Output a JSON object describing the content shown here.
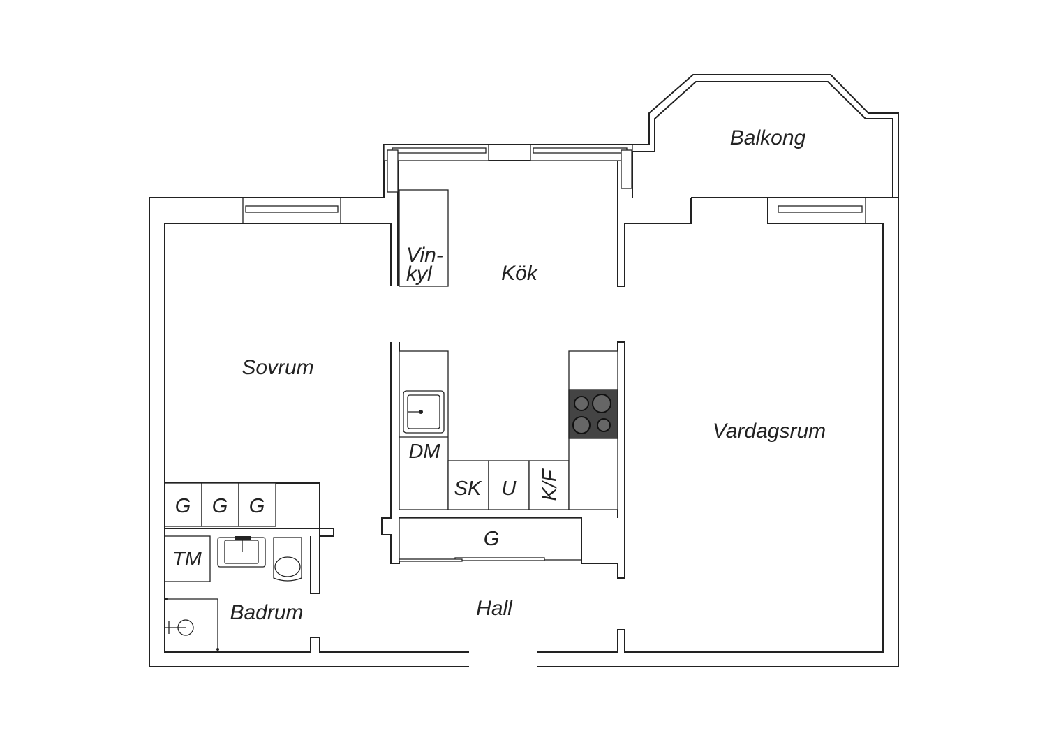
{
  "rooms": {
    "balcony": "Balkong",
    "kitchen": "Kök",
    "bedroom": "Sovrum",
    "living_room": "Vardagsrum",
    "bathroom": "Badrum",
    "hall": "Hall"
  },
  "fixtures": {
    "wine_cooler_line1": "Vin-",
    "wine_cooler_line2": "kyl",
    "dishwasher": "DM",
    "freezer_cabinet": "SK",
    "oven": "U",
    "fridge_freezer": "K/F",
    "wardrobe": "G",
    "washing_machine": "TM"
  }
}
